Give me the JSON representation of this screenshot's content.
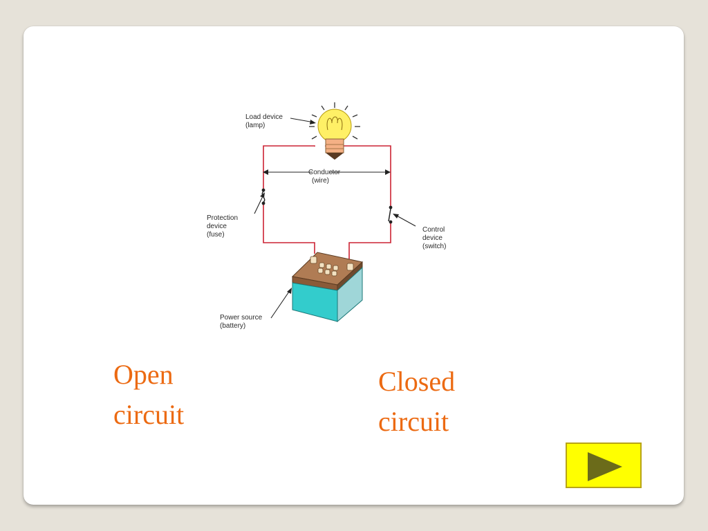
{
  "diagram": {
    "load_label": [
      "Load device",
      "(lamp)"
    ],
    "conductor_label": [
      "Conductor",
      "(wire)"
    ],
    "protection_label": [
      "Protection",
      "device",
      "(fuse)"
    ],
    "control_label": [
      "Control",
      "device",
      "(switch)"
    ],
    "power_label": [
      "Power source",
      "(battery)"
    ]
  },
  "answers": {
    "open": [
      "Open",
      "circuit"
    ],
    "closed": [
      "Closed",
      "circuit"
    ]
  },
  "navigation": {
    "next_icon": "play-triangle-icon"
  },
  "colors": {
    "answer_text": "#ec6a12",
    "wire": "#cc2233",
    "next_button": "#ffff00",
    "next_arrow": "#6b6b1a",
    "battery": "#33cccc"
  }
}
